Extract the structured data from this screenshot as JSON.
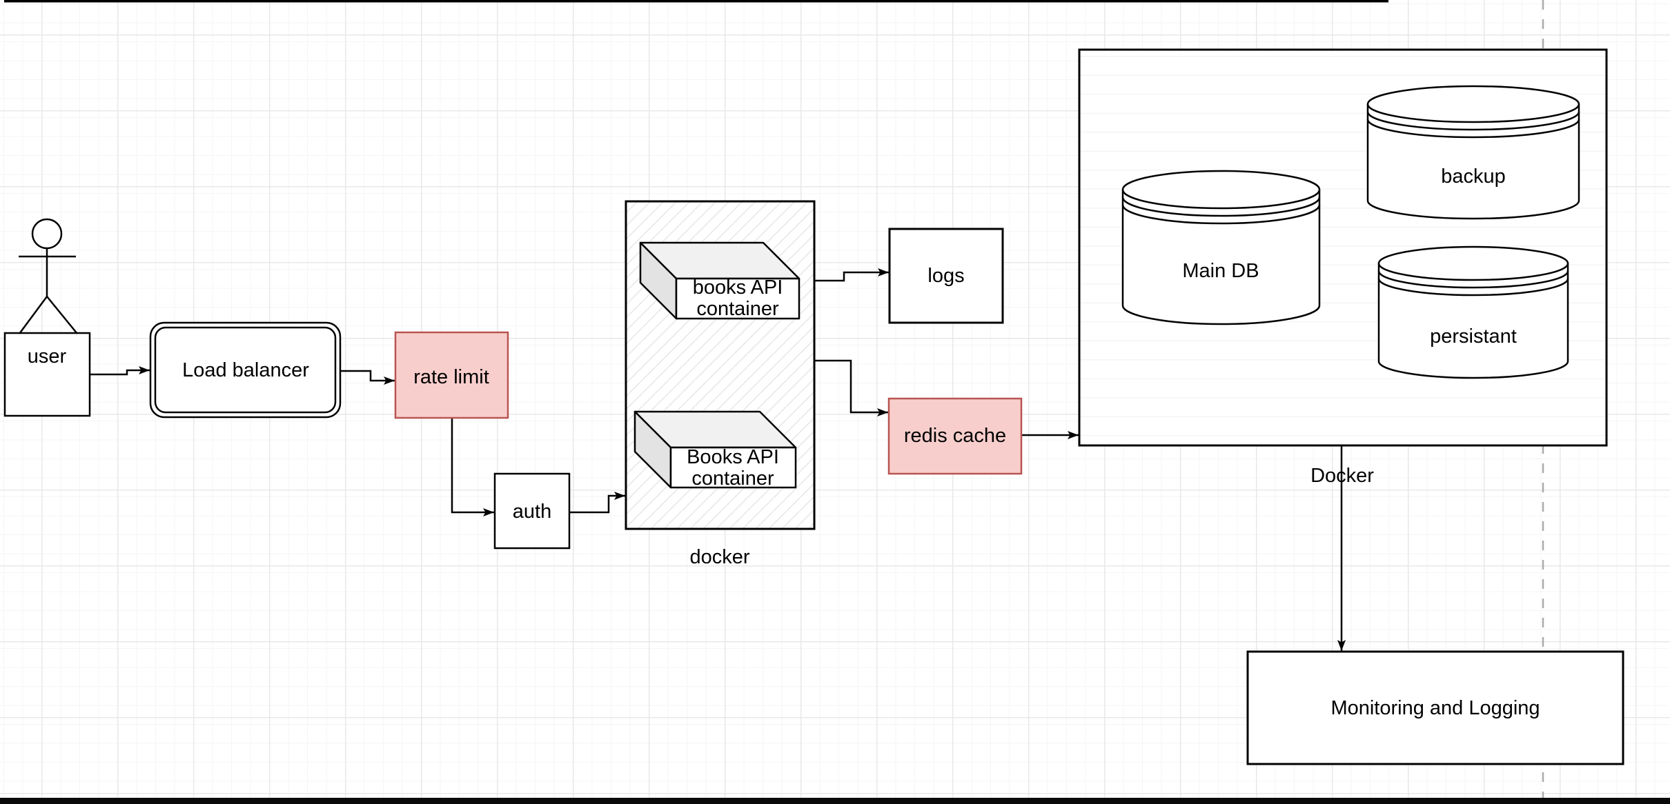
{
  "diagram": {
    "nodes": {
      "user": {
        "label": "user"
      },
      "load_balancer": {
        "label": "Load balancer"
      },
      "rate_limit": {
        "label": "rate limit"
      },
      "auth": {
        "label": "auth"
      },
      "api_container_top": {
        "line1": "books API",
        "line2": "container"
      },
      "api_container_bottom": {
        "line1": "Books API",
        "line2": "container"
      },
      "docker_group": {
        "label": "docker"
      },
      "logs": {
        "label": "logs"
      },
      "redis_cache": {
        "label": "redis cache"
      },
      "db_group": {
        "label": "Docker"
      },
      "main_db": {
        "label": "Main DB"
      },
      "backup_db": {
        "label": "backup"
      },
      "persistant_db": {
        "label": "persistant"
      },
      "monitoring": {
        "label": "Monitoring and Logging"
      }
    },
    "colors": {
      "highlight_fill": "#f8cecc",
      "highlight_stroke": "#b85450",
      "shape_stroke": "#000000",
      "cube_top_fill": "#f1f1f1",
      "cube_side_fill": "#e3e3e3",
      "hatch_line": "#e8e8e8",
      "grid_minor": "#f5f5f5",
      "grid_major": "#e8e8e8",
      "page_guide": "#ababab"
    }
  }
}
